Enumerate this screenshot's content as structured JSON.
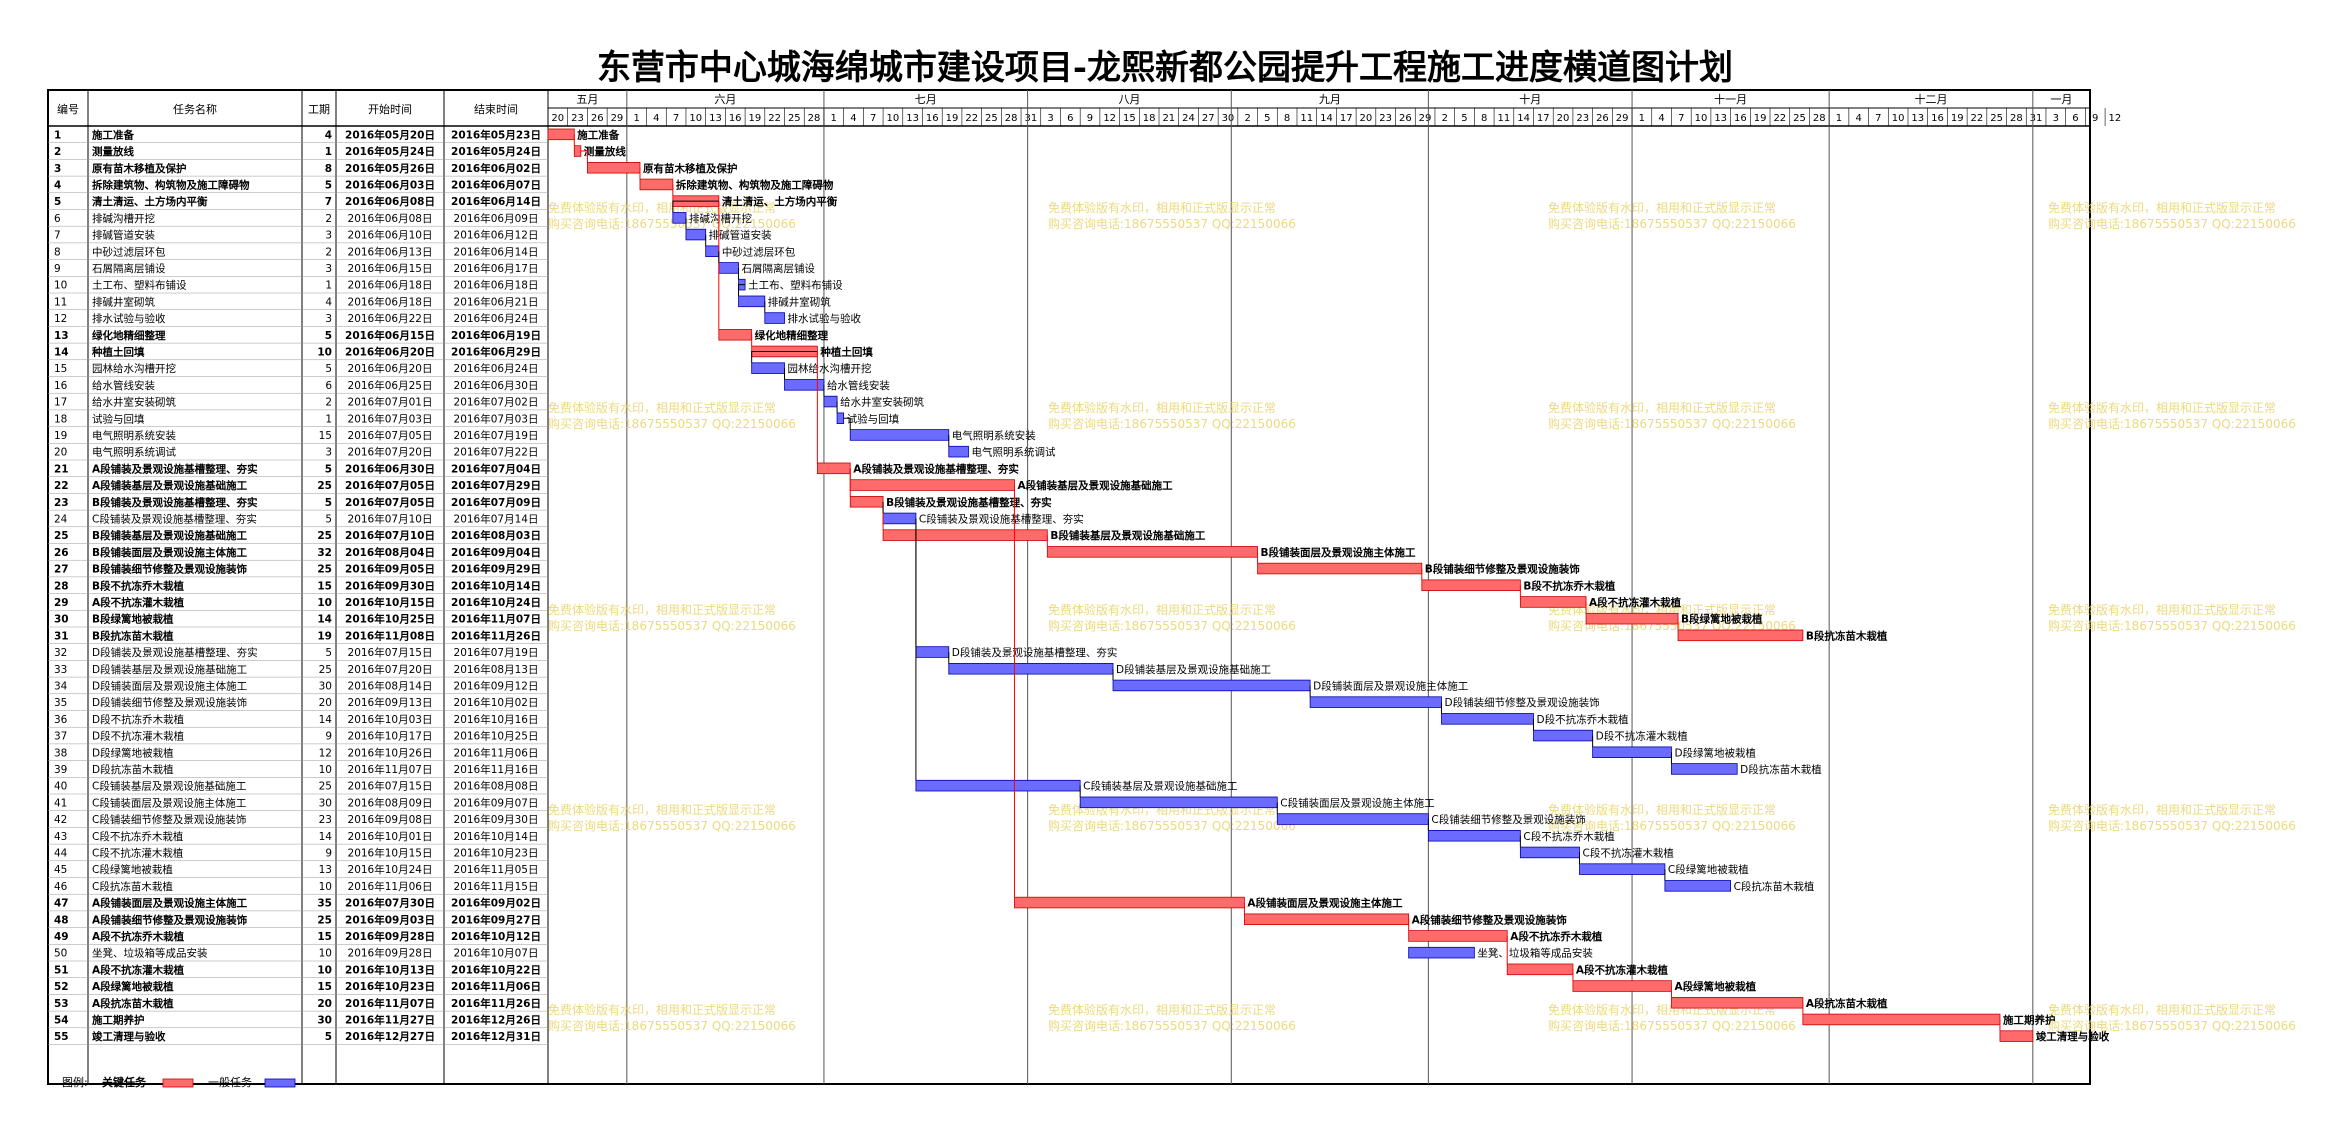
{
  "title": "东营市中心城海绵城市建设项目-龙熙新都公园提升工程施工进度横道图计划",
  "headers": {
    "id": "编号",
    "name": "任务名称",
    "dur": "工期",
    "start": "开始时间",
    "end": "结束时间"
  },
  "chart_data": {
    "type": "gantt",
    "months": [
      {
        "label": "五月",
        "days": [
          20,
          23,
          26,
          29
        ]
      },
      {
        "label": "六月",
        "days": [
          1,
          4,
          7,
          10,
          13,
          16,
          19,
          22,
          25,
          28
        ]
      },
      {
        "label": "七月",
        "days": [
          1,
          4,
          7,
          10,
          13,
          16,
          19,
          22,
          25,
          28,
          31
        ]
      },
      {
        "label": "八月",
        "days": [
          3,
          6,
          9,
          12,
          15,
          18,
          21,
          24,
          27,
          30
        ]
      },
      {
        "label": "九月",
        "days": [
          2,
          5,
          8,
          11,
          14,
          17,
          20,
          23,
          26,
          29
        ]
      },
      {
        "label": "十月",
        "days": [
          2,
          5,
          8,
          11,
          14,
          17,
          20,
          23,
          26,
          29
        ]
      },
      {
        "label": "十一月",
        "days": [
          1,
          4,
          7,
          10,
          13,
          16,
          19,
          22,
          25,
          28
        ]
      },
      {
        "label": "十二月",
        "days": [
          1,
          4,
          7,
          10,
          13,
          16,
          19,
          22,
          25,
          28,
          31
        ]
      },
      {
        "label": "一月",
        "days": [
          3,
          6,
          9,
          12
        ]
      }
    ],
    "tasks": [
      {
        "id": "1",
        "name": "施工准备",
        "dur": "4",
        "start": "2016年05月20日",
        "end": "2016年05月23日",
        "critical": true
      },
      {
        "id": "2",
        "name": "测量放线",
        "dur": "1",
        "start": "2016年05月24日",
        "end": "2016年05月24日",
        "critical": true
      },
      {
        "id": "3",
        "name": "原有苗木移植及保护",
        "dur": "8",
        "start": "2016年05月26日",
        "end": "2016年06月02日",
        "critical": true
      },
      {
        "id": "4",
        "name": "拆除建筑物、构筑物及施工障碍物",
        "dur": "5",
        "start": "2016年06月03日",
        "end": "2016年06月07日",
        "critical": true
      },
      {
        "id": "5",
        "name": "清土清运、土方场内平衡",
        "dur": "7",
        "start": "2016年06月08日",
        "end": "2016年06月14日",
        "critical": true
      },
      {
        "id": "6",
        "name": "排碱沟槽开挖",
        "dur": "2",
        "start": "2016年06月08日",
        "end": "2016年06月09日",
        "critical": false
      },
      {
        "id": "7",
        "name": "排碱管道安装",
        "dur": "3",
        "start": "2016年06月10日",
        "end": "2016年06月12日",
        "critical": false
      },
      {
        "id": "8",
        "name": "中砂过滤层环包",
        "dur": "2",
        "start": "2016年06月13日",
        "end": "2016年06月14日",
        "critical": false
      },
      {
        "id": "9",
        "name": "石屑隔离层铺设",
        "dur": "3",
        "start": "2016年06月15日",
        "end": "2016年06月17日",
        "critical": false
      },
      {
        "id": "10",
        "name": "土工布、塑料布铺设",
        "dur": "1",
        "start": "2016年06月18日",
        "end": "2016年06月18日",
        "critical": false
      },
      {
        "id": "11",
        "name": "排碱井室砌筑",
        "dur": "4",
        "start": "2016年06月18日",
        "end": "2016年06月21日",
        "critical": false
      },
      {
        "id": "12",
        "name": "排水试验与验收",
        "dur": "3",
        "start": "2016年06月22日",
        "end": "2016年06月24日",
        "critical": false
      },
      {
        "id": "13",
        "name": "绿化地精细整理",
        "dur": "5",
        "start": "2016年06月15日",
        "end": "2016年06月19日",
        "critical": true
      },
      {
        "id": "14",
        "name": "种植土回填",
        "dur": "10",
        "start": "2016年06月20日",
        "end": "2016年06月29日",
        "critical": true
      },
      {
        "id": "15",
        "name": "园林给水沟槽开挖",
        "dur": "5",
        "start": "2016年06月20日",
        "end": "2016年06月24日",
        "critical": false
      },
      {
        "id": "16",
        "name": "给水管线安装",
        "dur": "6",
        "start": "2016年06月25日",
        "end": "2016年06月30日",
        "critical": false
      },
      {
        "id": "17",
        "name": "给水井室安装砌筑",
        "dur": "2",
        "start": "2016年07月01日",
        "end": "2016年07月02日",
        "critical": false
      },
      {
        "id": "18",
        "name": "试验与回填",
        "dur": "1",
        "start": "2016年07月03日",
        "end": "2016年07月03日",
        "critical": false
      },
      {
        "id": "19",
        "name": "电气照明系统安装",
        "dur": "15",
        "start": "2016年07月05日",
        "end": "2016年07月19日",
        "critical": false
      },
      {
        "id": "20",
        "name": "电气照明系统调试",
        "dur": "3",
        "start": "2016年07月20日",
        "end": "2016年07月22日",
        "critical": false
      },
      {
        "id": "21",
        "name": "A段铺装及景观设施基槽整理、夯实",
        "dur": "5",
        "start": "2016年06月30日",
        "end": "2016年07月04日",
        "critical": true
      },
      {
        "id": "22",
        "name": "A段铺装基层及景观设施基础施工",
        "dur": "25",
        "start": "2016年07月05日",
        "end": "2016年07月29日",
        "critical": true
      },
      {
        "id": "23",
        "name": "B段铺装及景观设施基槽整理、夯实",
        "dur": "5",
        "start": "2016年07月05日",
        "end": "2016年07月09日",
        "critical": true
      },
      {
        "id": "24",
        "name": "C段铺装及景观设施基槽整理、夯实",
        "dur": "5",
        "start": "2016年07月10日",
        "end": "2016年07月14日",
        "critical": false
      },
      {
        "id": "25",
        "name": "B段铺装基层及景观设施基础施工",
        "dur": "25",
        "start": "2016年07月10日",
        "end": "2016年08月03日",
        "critical": true
      },
      {
        "id": "26",
        "name": "B段铺装面层及景观设施主体施工",
        "dur": "32",
        "start": "2016年08月04日",
        "end": "2016年09月04日",
        "critical": true
      },
      {
        "id": "27",
        "name": "B段铺装细节修整及景观设施装饰",
        "dur": "25",
        "start": "2016年09月05日",
        "end": "2016年09月29日",
        "critical": true
      },
      {
        "id": "28",
        "name": "B段不抗冻乔木栽植",
        "dur": "15",
        "start": "2016年09月30日",
        "end": "2016年10月14日",
        "critical": true
      },
      {
        "id": "29",
        "name": "A段不抗冻灌木栽植",
        "dur": "10",
        "start": "2016年10月15日",
        "end": "2016年10月24日",
        "critical": true
      },
      {
        "id": "30",
        "name": "B段绿篱地被栽植",
        "dur": "14",
        "start": "2016年10月25日",
        "end": "2016年11月07日",
        "critical": true
      },
      {
        "id": "31",
        "name": "B段抗冻苗木栽植",
        "dur": "19",
        "start": "2016年11月08日",
        "end": "2016年11月26日",
        "critical": true
      },
      {
        "id": "32",
        "name": "D段铺装及景观设施基槽整理、夯实",
        "dur": "5",
        "start": "2016年07月15日",
        "end": "2016年07月19日",
        "critical": false
      },
      {
        "id": "33",
        "name": "D段铺装基层及景观设施基础施工",
        "dur": "25",
        "start": "2016年07月20日",
        "end": "2016年08月13日",
        "critical": false
      },
      {
        "id": "34",
        "name": "D段铺装面层及景观设施主体施工",
        "dur": "30",
        "start": "2016年08月14日",
        "end": "2016年09月12日",
        "critical": false
      },
      {
        "id": "35",
        "name": "D段铺装细节修整及景观设施装饰",
        "dur": "20",
        "start": "2016年09月13日",
        "end": "2016年10月02日",
        "critical": false
      },
      {
        "id": "36",
        "name": "D段不抗冻乔木栽植",
        "dur": "14",
        "start": "2016年10月03日",
        "end": "2016年10月16日",
        "critical": false
      },
      {
        "id": "37",
        "name": "D段不抗冻灌木栽植",
        "dur": "9",
        "start": "2016年10月17日",
        "end": "2016年10月25日",
        "critical": false
      },
      {
        "id": "38",
        "name": "D段绿篱地被栽植",
        "dur": "12",
        "start": "2016年10月26日",
        "end": "2016年11月06日",
        "critical": false
      },
      {
        "id": "39",
        "name": "D段抗冻苗木栽植",
        "dur": "10",
        "start": "2016年11月07日",
        "end": "2016年11月16日",
        "critical": false
      },
      {
        "id": "40",
        "name": "C段铺装基层及景观设施基础施工",
        "dur": "25",
        "start": "2016年07月15日",
        "end": "2016年08月08日",
        "critical": false
      },
      {
        "id": "41",
        "name": "C段铺装面层及景观设施主体施工",
        "dur": "30",
        "start": "2016年08月09日",
        "end": "2016年09月07日",
        "critical": false
      },
      {
        "id": "42",
        "name": "C段铺装细节修整及景观设施装饰",
        "dur": "23",
        "start": "2016年09月08日",
        "end": "2016年09月30日",
        "critical": false
      },
      {
        "id": "43",
        "name": "C段不抗冻乔木栽植",
        "dur": "14",
        "start": "2016年10月01日",
        "end": "2016年10月14日",
        "critical": false
      },
      {
        "id": "44",
        "name": "C段不抗冻灌木栽植",
        "dur": "9",
        "start": "2016年10月15日",
        "end": "2016年10月23日",
        "critical": false
      },
      {
        "id": "45",
        "name": "C段绿篱地被栽植",
        "dur": "13",
        "start": "2016年10月24日",
        "end": "2016年11月05日",
        "critical": false
      },
      {
        "id": "46",
        "name": "C段抗冻苗木栽植",
        "dur": "10",
        "start": "2016年11月06日",
        "end": "2016年11月15日",
        "critical": false
      },
      {
        "id": "47",
        "name": "A段铺装面层及景观设施主体施工",
        "dur": "35",
        "start": "2016年07月30日",
        "end": "2016年09月02日",
        "critical": true
      },
      {
        "id": "48",
        "name": "A段铺装细节修整及景观设施装饰",
        "dur": "25",
        "start": "2016年09月03日",
        "end": "2016年09月27日",
        "critical": true
      },
      {
        "id": "49",
        "name": "A段不抗冻乔木栽植",
        "dur": "15",
        "start": "2016年09月28日",
        "end": "2016年10月12日",
        "critical": true
      },
      {
        "id": "50",
        "name": "坐凳、垃圾箱等成品安装",
        "dur": "10",
        "start": "2016年09月28日",
        "end": "2016年10月07日",
        "critical": false
      },
      {
        "id": "51",
        "name": "A段不抗冻灌木栽植",
        "dur": "10",
        "start": "2016年10月13日",
        "end": "2016年10月22日",
        "critical": true
      },
      {
        "id": "52",
        "name": "A段绿篱地被栽植",
        "dur": "15",
        "start": "2016年10月23日",
        "end": "2016年11月06日",
        "critical": true
      },
      {
        "id": "53",
        "name": "A段抗冻苗木栽植",
        "dur": "20",
        "start": "2016年11月07日",
        "end": "2016年11月26日",
        "critical": true
      },
      {
        "id": "54",
        "name": "施工期养护",
        "dur": "30",
        "start": "2016年11月27日",
        "end": "2016年12月26日",
        "critical": true
      },
      {
        "id": "55",
        "name": "竣工清理与验收",
        "dur": "5",
        "start": "2016年12月27日",
        "end": "2016年12月31日",
        "critical": true
      }
    ]
  },
  "watermark": {
    "line1": "免费体验版有水印，相用和正式版显示正常",
    "line2": "购买咨询电话:18675550537 QQ:22150066"
  },
  "legend": {
    "label": "图例:",
    "critical": "关键任务",
    "normal": "一般任务"
  },
  "colors": {
    "critical": "#ff6b6b",
    "normal": "#6b6bff",
    "criticalStroke": "#cc0000",
    "normalStroke": "#0000aa",
    "watermark": "#e8d36a",
    "link": "#ff0000",
    "linkNormal": "#000000"
  }
}
